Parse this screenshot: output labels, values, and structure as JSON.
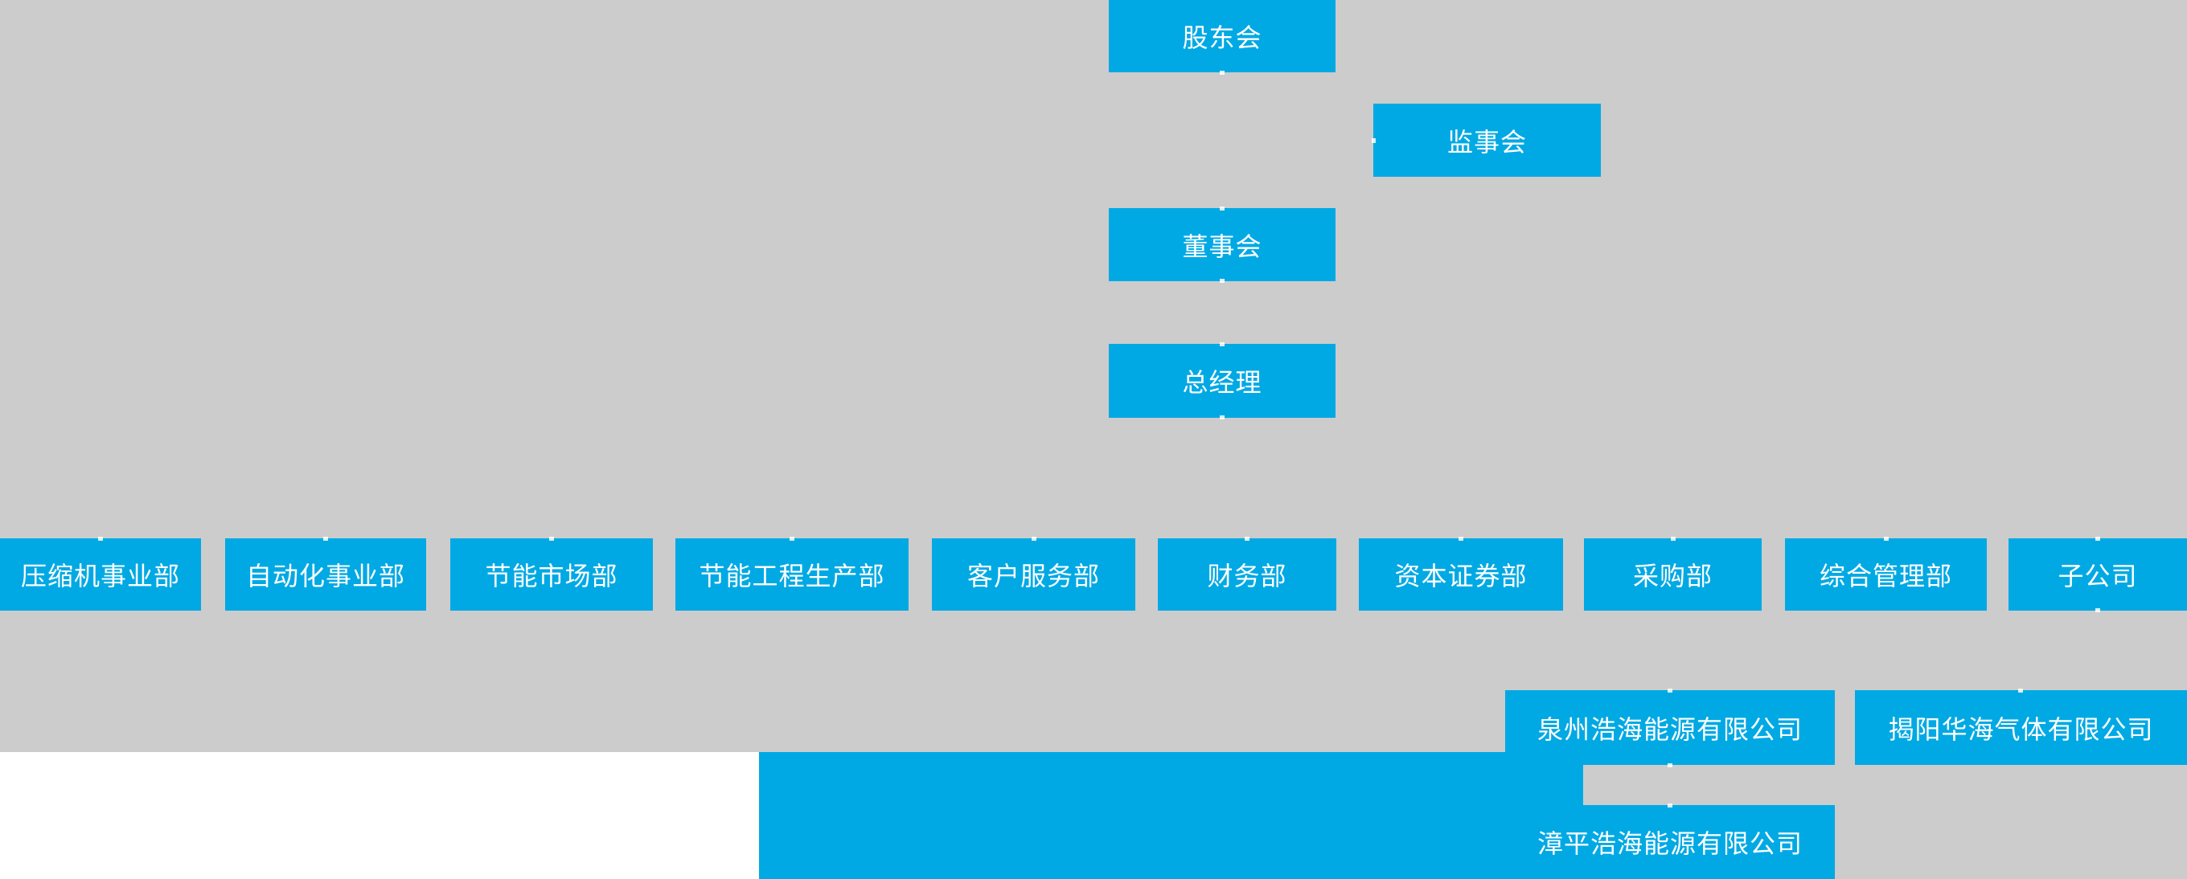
{
  "colors": {
    "node_blue": "#00a9e4",
    "background_gray": "#cccccc",
    "bottom_white": "#ffffff",
    "node_text": "#ffffff"
  },
  "org_chart": {
    "type": "organizational-chart",
    "nodes": {
      "shareholders_meeting": "股东会",
      "supervisory_board": "监事会",
      "board_of_directors": "董事会",
      "general_manager": "总经理"
    },
    "departments": [
      "压缩机事业部",
      "自动化事业部",
      "节能市场部",
      "节能工程生产部",
      "客户服务部",
      "财务部",
      "资本证券部",
      "采购部",
      "综合管理部",
      "子公司"
    ],
    "subsidiaries": [
      "泉州浩海能源有限公司",
      "揭阳华海气体有限公司",
      "漳平浩海能源有限公司"
    ],
    "hierarchy": [
      {
        "from": "股东会",
        "to": [
          "监事会",
          "董事会"
        ]
      },
      {
        "from": "董事会",
        "to": [
          "总经理"
        ]
      },
      {
        "from": "总经理",
        "to": [
          "压缩机事业部",
          "自动化事业部",
          "节能市场部",
          "节能工程生产部",
          "客户服务部",
          "财务部",
          "资本证券部",
          "采购部",
          "综合管理部",
          "子公司"
        ]
      },
      {
        "from": "子公司",
        "to": [
          "泉州浩海能源有限公司",
          "揭阳华海气体有限公司",
          "漳平浩海能源有限公司"
        ]
      }
    ]
  }
}
